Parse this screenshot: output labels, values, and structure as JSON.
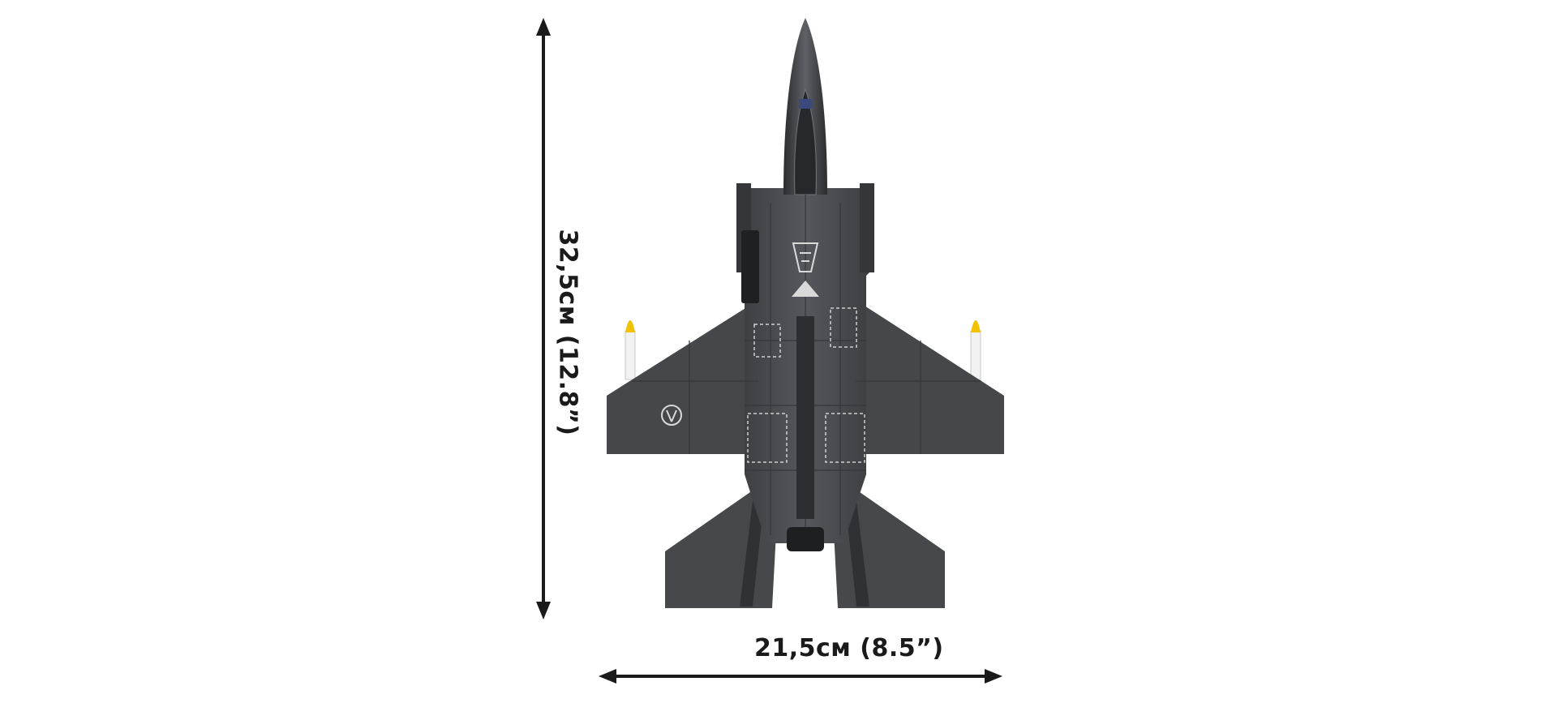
{
  "dimensions": {
    "height_label": "32,5см (12.8”)",
    "width_label": "21,5см (8.5”)"
  },
  "colors": {
    "background": "#ffffff",
    "arrow": "#1a1a1a",
    "fuselage": "#4a4c50",
    "fuselage_dark": "#2f3134",
    "panel_line": "#3a3c40",
    "marking": "#d9d9d9",
    "missile_body": "#f2f2f2",
    "missile_tip": "#f2c200"
  },
  "subject": {
    "icon": "fighter-jet-model"
  }
}
